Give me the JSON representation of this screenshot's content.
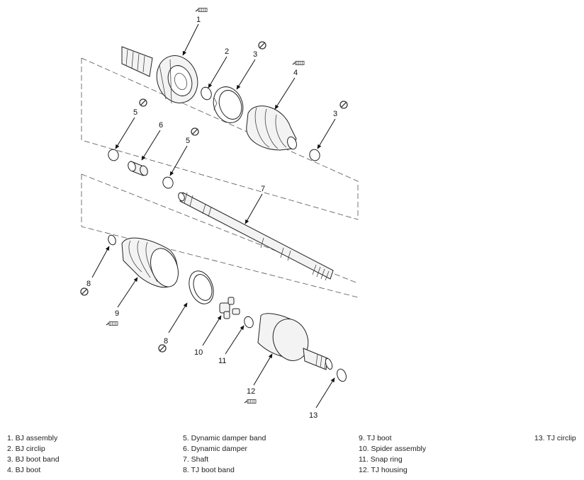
{
  "callouts": {
    "c1": "1",
    "c2": "2",
    "c3a": "3",
    "c3b": "3",
    "c4": "4",
    "c5a": "5",
    "c5b": "5",
    "c6": "6",
    "c7": "7",
    "c8a": "8",
    "c8b": "8",
    "c9": "9",
    "c10": "10",
    "c11": "11",
    "c12": "12",
    "c13": "13"
  },
  "legend": {
    "col1": [
      "1. BJ assembly",
      "2. BJ circlip",
      "3. BJ boot band",
      "4. BJ boot"
    ],
    "col2": [
      "5. Dynamic damper band",
      "6. Dynamic damper",
      "7. Shaft",
      "8. TJ boot band"
    ],
    "col3": [
      "9. TJ boot",
      "10. Spider assembly",
      "11. Snap ring",
      "12. TJ housing"
    ],
    "col4": [
      "13. TJ circlip"
    ]
  },
  "icons": {
    "no_reuse": "no-reuse-icon",
    "grease": "grease-icon"
  }
}
